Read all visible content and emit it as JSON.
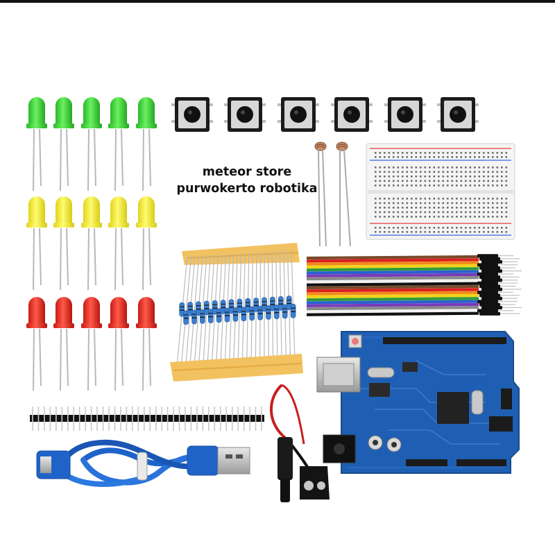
{
  "caption": {
    "line1": "meteor store",
    "line2": "purwokerto robotika"
  },
  "components": {
    "led_colors": [
      "green",
      "yellow",
      "red"
    ],
    "leds_per_row": 5,
    "push_buttons": 6,
    "photoresistors": 2,
    "resistors": 28,
    "jumper_wire_colors": [
      "#7a4a2a",
      "#d92020",
      "#f08a1a",
      "#f2d21a",
      "#2f9a3a",
      "#2a5fd0",
      "#7a3ab8",
      "#8a8a8a",
      "#f2f2f2",
      "#111111"
    ],
    "header_pins": 40
  },
  "colors": {
    "led_green": "#3fd13a",
    "led_yellow": "#f3ec2b",
    "led_red": "#e3241e",
    "board_blue": "#1f5fb3",
    "cable_blue": "#1e63c9",
    "paper_tape": "#f2c160",
    "breadboard": "#f4f4f4"
  }
}
